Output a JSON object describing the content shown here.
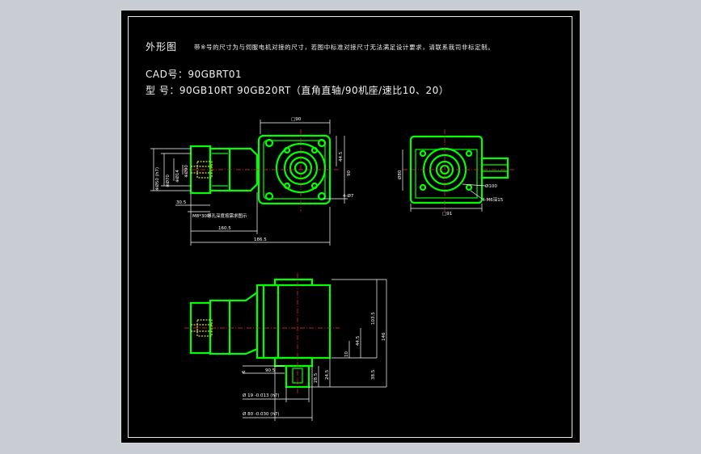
{
  "drawing": {
    "title": "外形图",
    "note": "带※号的尺寸为与伺服电机对接的尺寸，若图中标准对接尺寸无法满足设计要求，请联系我司非标定制。",
    "cad_line": "CAD号：90GBRT01",
    "model_line": "型  号：90GB10RT   90GB20RT（直角直轴/90机座/速比10、20）"
  },
  "dimensions": {
    "front_top_square": "□90",
    "front_total_short": "160.5",
    "front_total_long": "186.5",
    "front_left_offset": "30.5",
    "front_motor_note": "M8*30螺孔深度按需求图示",
    "front_hole_note": "4-Ø7",
    "side_square": "□91",
    "side_pcd": "Ø100",
    "side_thread": "4-M6深15",
    "side_thread_b": "Ø80",
    "bottom_h1": "103.5",
    "bottom_h2": "146",
    "bottom_h3": "38.5",
    "bottom_h4": "44.5",
    "bottom_d1": "28.5",
    "bottom_d2": "24.5",
    "bottom_d3": "90.5",
    "bottom_d4": "6",
    "bottom_shaft1": "Ø 19 -0.013 (h7)",
    "bottom_shaft2": "Ø 80 -0.030 (h7)",
    "left_dims": [
      "※Ø50 (h7)",
      "※Ø70",
      "※Ø14",
      "※Ø90"
    ]
  }
}
